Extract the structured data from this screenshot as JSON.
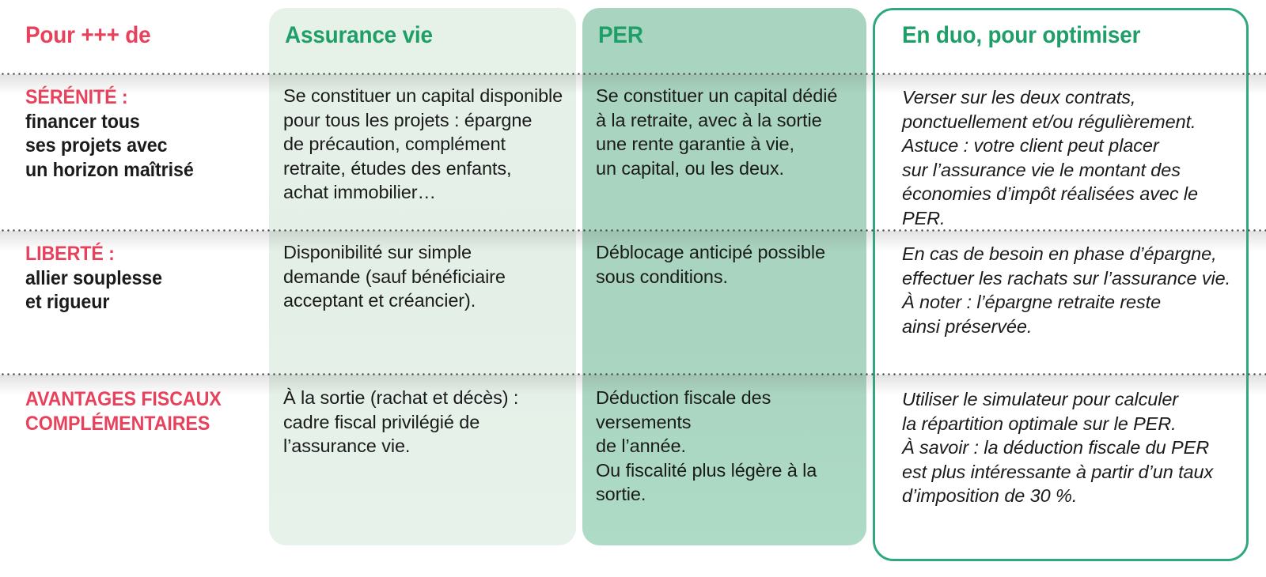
{
  "colors": {
    "accent_green": "#1f9e68",
    "accent_red": "#e8415c",
    "panel_assurance_vie": "#e4f0e7",
    "panel_per": "#a9d4bf",
    "panel_duo_border": "#2fa97c",
    "body_text": "#1b1b1b"
  },
  "header": {
    "row_label": "Pour +++ de",
    "columns": [
      {
        "label": "Assurance vie"
      },
      {
        "label": "PER"
      },
      {
        "label": "En duo, pour optimiser"
      }
    ]
  },
  "rows": [
    {
      "label_title": "SÉRÉNITÉ :",
      "label_sub": "financer tous\nses projets avec\nun horizon maîtrisé",
      "assurance_vie": "Se constituer un capital disponible\npour tous les projets : épargne\nde précaution, complément\nretraite, études des enfants,\nachat immobilier…",
      "per": "Se constituer un capital dédié\nà la retraite, avec à la sortie\nune rente garantie à vie,\nun capital, ou les deux.",
      "duo": "Verser sur les deux contrats,\nponctuellement et/ou régulièrement.\nAstuce : votre client peut placer\nsur l’assurance vie le montant des\néconomies d’impôt réalisées avec le PER."
    },
    {
      "label_title": "LIBERTÉ :",
      "label_sub": "allier souplesse\net rigueur",
      "assurance_vie": "Disponibilité sur simple\ndemande (sauf bénéficiaire\nacceptant et créancier).",
      "per": "Déblocage anticipé possible\nsous conditions.",
      "duo": "En cas de besoin en phase d’épargne,\neffectuer les rachats sur l’assurance vie.\nÀ noter : l’épargne retraite reste\nainsi préservée."
    },
    {
      "label_title": "AVANTAGES FISCAUX\nCOMPLÉMENTAIRES",
      "label_sub": "",
      "assurance_vie": "À la sortie (rachat et décès) :\ncadre fiscal privilégié de\nl’assurance vie.",
      "per": "Déduction fiscale des versements\nde l’année.\nOu fiscalité plus légère à la sortie.",
      "duo": "Utiliser le simulateur pour calculer\nla répartition optimale sur le PER.\nÀ savoir : la déduction fiscale du PER\nest plus intéressante à partir d’un taux\nd’imposition de 30 %."
    }
  ]
}
